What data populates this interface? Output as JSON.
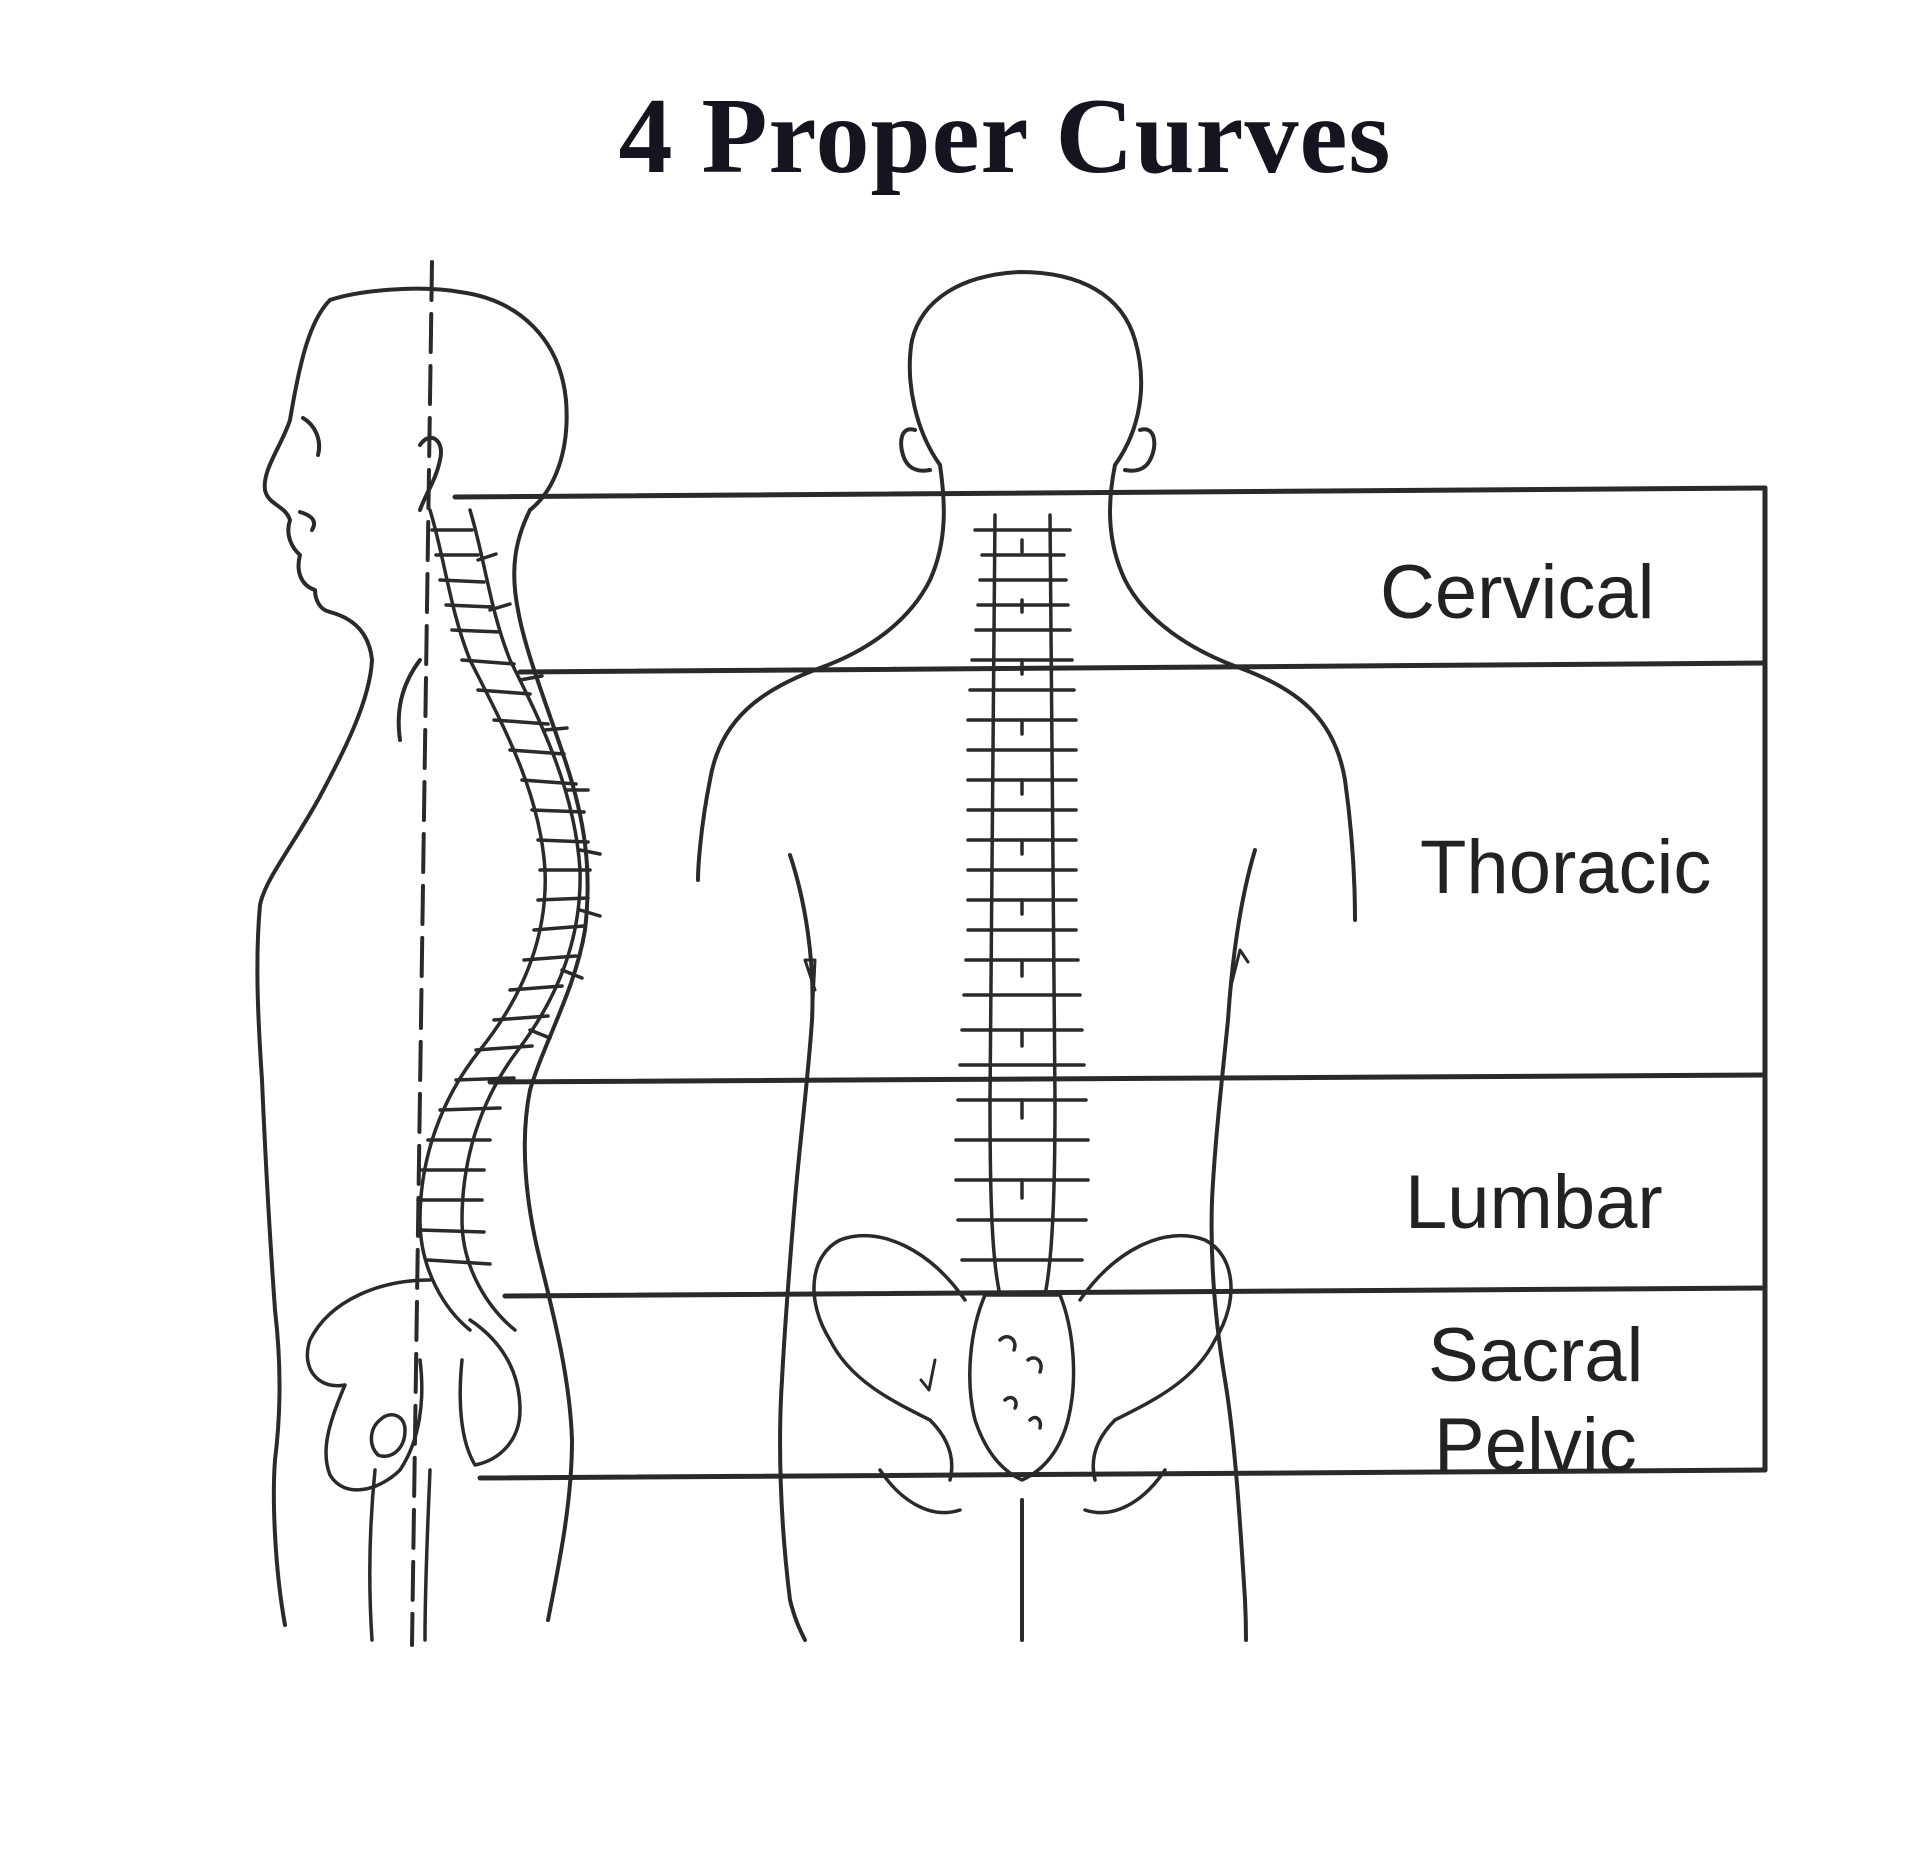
{
  "title": "4 Proper Curves",
  "regions": [
    {
      "id": "cervical",
      "label": "Cervical"
    },
    {
      "id": "thoracic",
      "label": "Thoracic"
    },
    {
      "id": "lumbar",
      "label": "Lumbar"
    },
    {
      "id": "sacral-pelvic",
      "label_line1": "Sacral",
      "label_line2": "Pelvic"
    }
  ],
  "colors": {
    "line": "#2a2a2a",
    "title": "#15151f",
    "background": "#ffffff"
  }
}
